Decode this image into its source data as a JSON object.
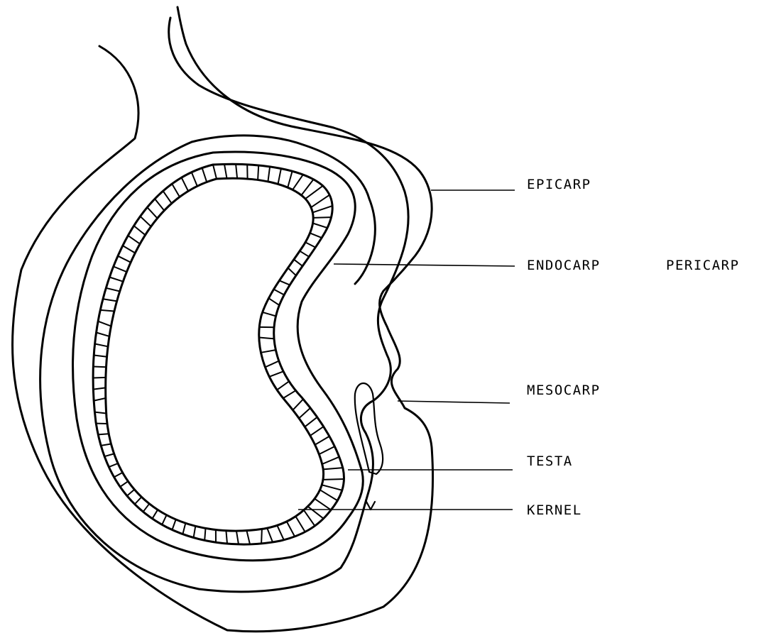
{
  "diagram": {
    "labels": {
      "epicarp": "EPICARP",
      "endocarp": "ENDOCARP",
      "pericarp": "PERICARP",
      "mesocarp": "MESOCARP",
      "testa": "TESTA",
      "kernel": "KERNEL"
    },
    "colors": {
      "ink": "#000000",
      "background": "#ffffff"
    }
  }
}
